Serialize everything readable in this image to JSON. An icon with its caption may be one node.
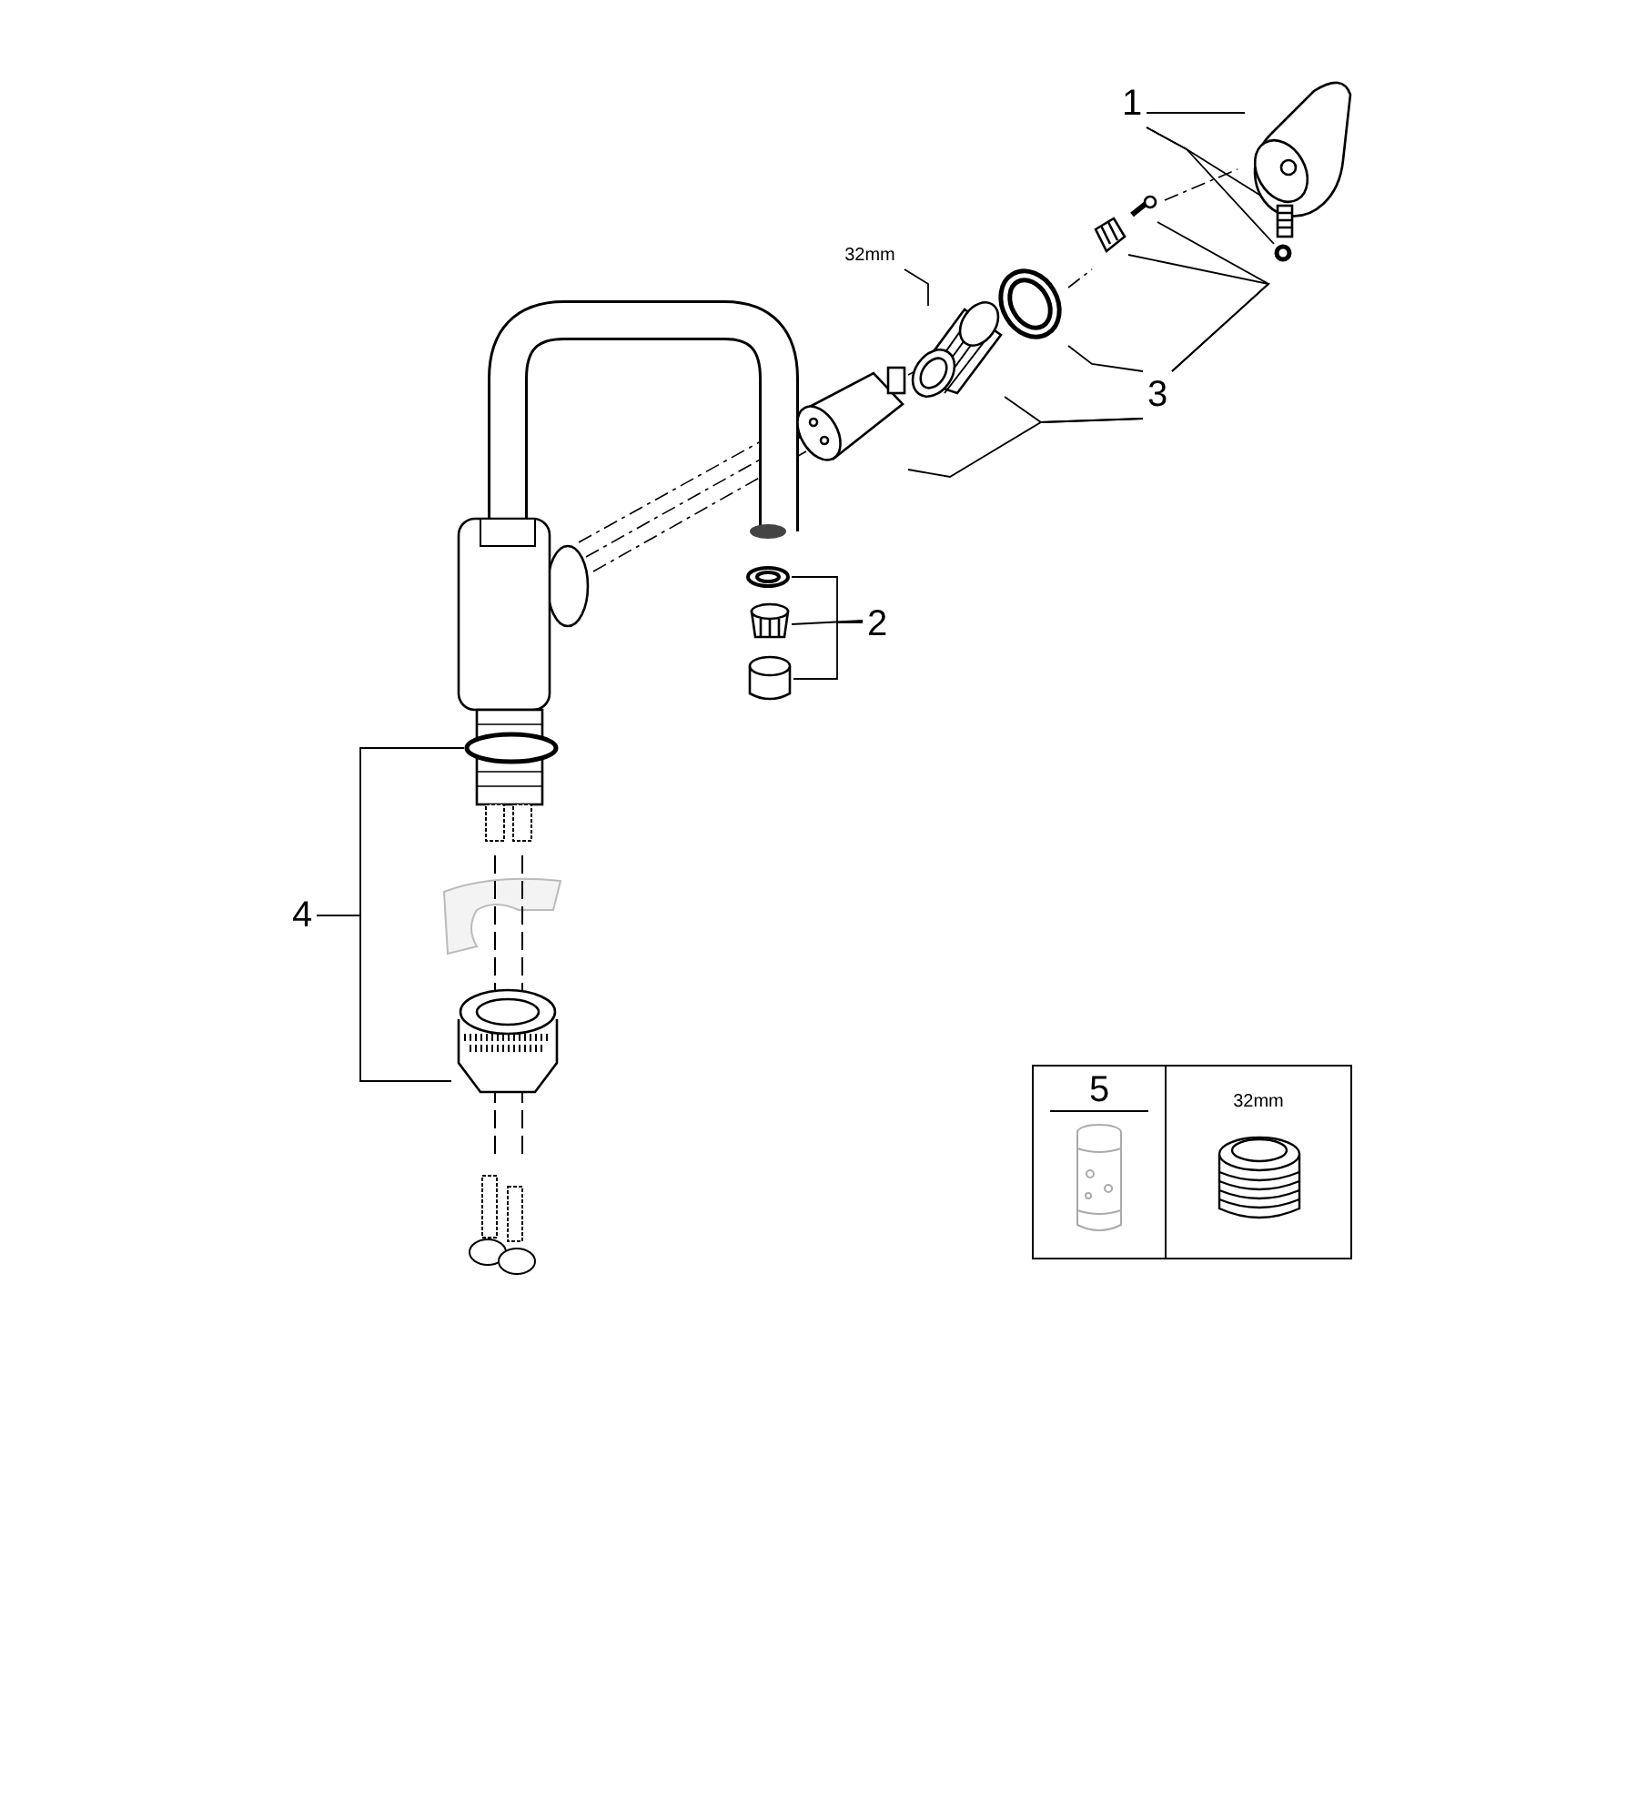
{
  "diagram": {
    "nodes": [
      {
        "text": [
          "1"
        ]
      },
      {
        "text": [],
        "shape": "picture"
      },
      {
        "text": [],
        "shape": "picture"
      },
      {
        "text": [],
        "shape": "circle"
      },
      {
        "text": [
          "32mm"
        ]
      },
      {
        "text": [],
        "shape": "picture"
      },
      {
        "text": [
          "3"
        ]
      },
      {
        "text": [],
        "shape": "picture"
      },
      {
        "text": [],
        "shape": "picture"
      },
      {
        "text": [],
        "shape": "picture"
      },
      {
        "text": [],
        "shape": "picture"
      },
      {
        "text": [
          "2"
        ]
      },
      {
        "text": [],
        "shape": "picture"
      },
      {
        "text": [],
        "shape": "picture"
      },
      {
        "text": [],
        "shape": "cylinder"
      },
      {
        "text": [
          "4"
        ]
      },
      {
        "text": [],
        "shape": "circle"
      },
      {
        "text": [],
        "shape": "picture"
      }
    ],
    "edges": [
      {
        "from": 0,
        "to": 1,
        "arrow": "none"
      },
      {
        "from": 0,
        "to": 2,
        "arrow": "none"
      },
      {
        "from": 0,
        "to": 3,
        "arrow": "none"
      },
      {
        "from": 4,
        "to": 5,
        "arrow": "none"
      },
      {
        "from": 6,
        "to": 7,
        "arrow": "none"
      },
      {
        "from": 6,
        "to": 5,
        "arrow": "none"
      },
      {
        "from": 6,
        "to": 8,
        "arrow": "none"
      },
      {
        "from": 6,
        "to": 9,
        "arrow": "none"
      },
      {
        "from": 6,
        "to": 10,
        "arrow": "none"
      },
      {
        "from": 11,
        "to": 12,
        "arrow": "none"
      },
      {
        "from": 11,
        "to": 13,
        "arrow": "none"
      },
      {
        "from": 11,
        "to": 14,
        "arrow": "none"
      },
      {
        "from": 15,
        "to": 16,
        "arrow": "none"
      },
      {
        "from": 15,
        "to": 17,
        "arrow": "none"
      }
    ],
    "labels": [
      "5",
      "32mm"
    ]
  }
}
